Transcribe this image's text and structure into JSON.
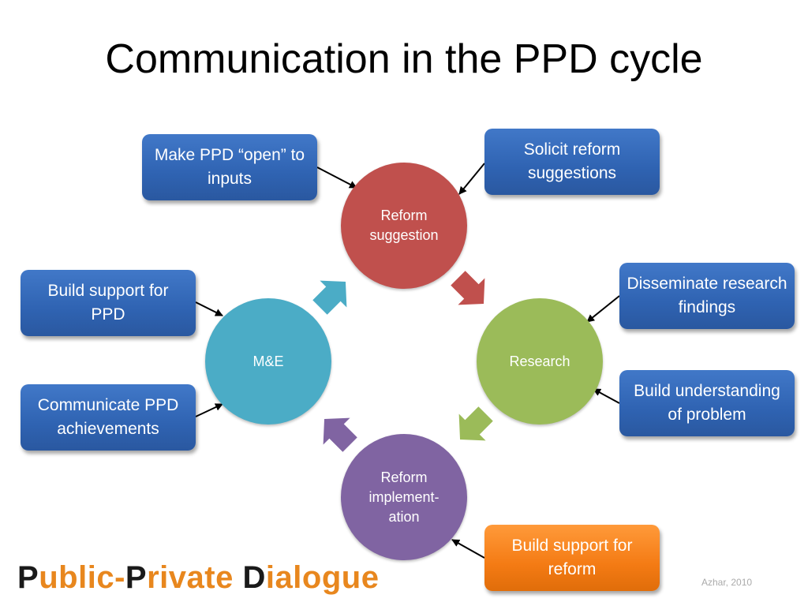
{
  "title": "Communication in the PPD cycle",
  "cycle": {
    "reform_suggestion": "Reform suggestion",
    "research": "Research",
    "reform_implementation": "Reform implement-ation",
    "me": "M&E"
  },
  "boxes": {
    "make_open": "Make PPD “open” to inputs",
    "solicit": "Solicit reform suggestions",
    "disseminate": "Disseminate research findings",
    "build_understanding": "Build understanding of problem",
    "build_support_reform": "Build support for reform",
    "build_support_ppd": "Build support for PPD",
    "communicate": "Communicate PPD achievements"
  },
  "footer": {
    "logo": "Public-Private Dialogue",
    "credit": "Azhar, 2010"
  },
  "colors": {
    "reform_suggestion": "#c0504d",
    "research": "#9bbb59",
    "reform_implementation": "#8064a2",
    "me": "#4bacc6",
    "box_blue": "#2f63b2",
    "box_orange": "#f47b14",
    "logo_orange": "#e8871e"
  },
  "icons": {
    "cycle_arrows": "block-arrow-icon",
    "connectors": "arrow-icon"
  }
}
